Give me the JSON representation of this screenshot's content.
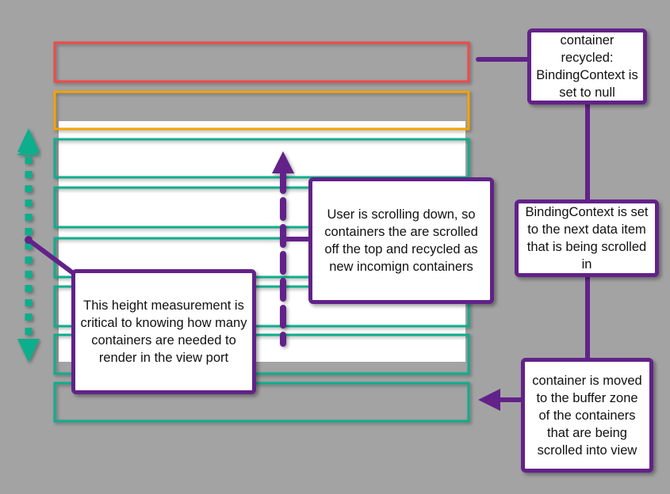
{
  "colors": {
    "background": "#a3a3a3",
    "recycled_container": "#f04a4a",
    "buffer_container": "#f5a300",
    "container": "#0fae8c",
    "callout": "#622289",
    "viewport": "#ffffff"
  },
  "callouts": {
    "recycled": "container recycled: BindingContext is set to null",
    "binding": "BindingContext is set to the next data item that is being scrolled in",
    "moved": "container is moved to the buffer zone of the containers that are being scrolled into view",
    "scrolling": "User is scrolling down, so containers the are scrolled off the top and recycled as new incomign containers",
    "height": "This height measurement is critical to knowing how many containers are needed to render in the view port"
  }
}
